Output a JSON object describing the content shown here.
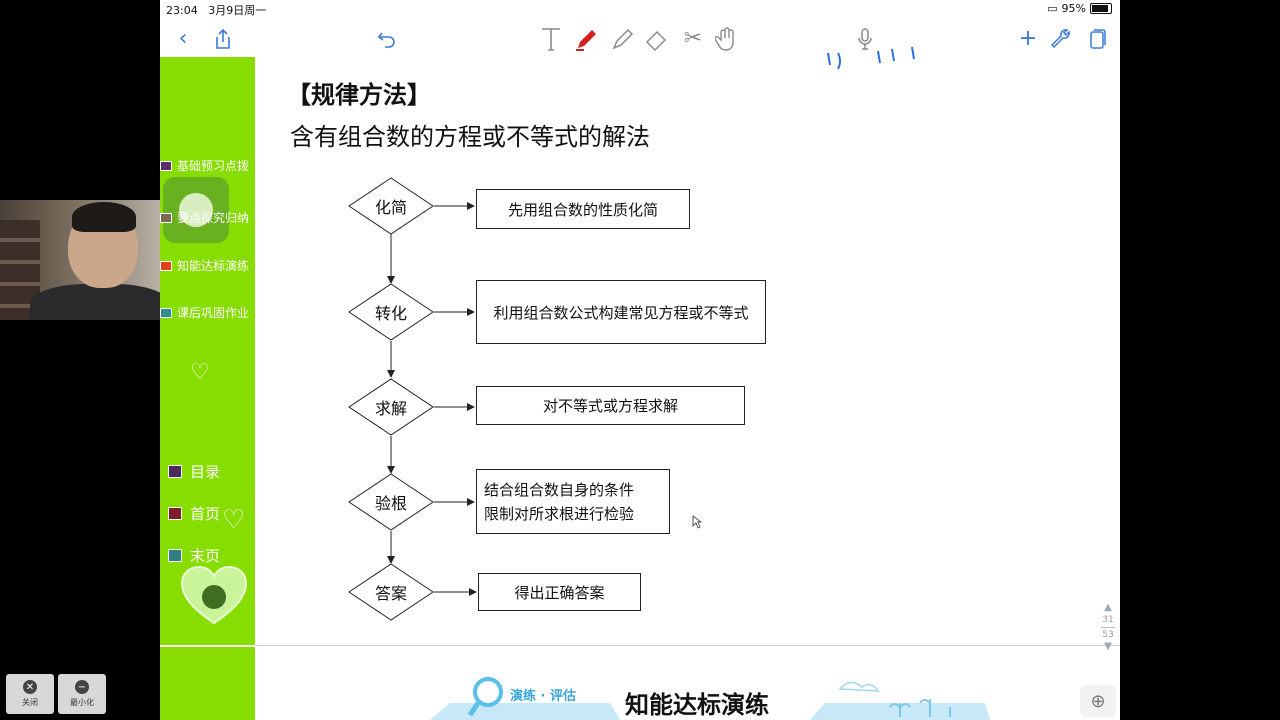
{
  "status_bar": {
    "time": "23:04",
    "date": "3月9日周一",
    "battery": "95%"
  },
  "toolbar": {
    "icons": [
      "chevron-left-icon",
      "share-icon",
      "undo-icon",
      "text-tool-icon",
      "pen-icon",
      "highlighter-icon",
      "eraser-icon",
      "scissors-icon",
      "hand-icon",
      "microphone-icon",
      "plus-icon",
      "wrench-icon",
      "pages-icon"
    ]
  },
  "sidebar": {
    "items": [
      {
        "label": "基础预习点拨"
      },
      {
        "label": "要点探究归纳"
      },
      {
        "label": "知能达标演练"
      },
      {
        "label": "课后巩固作业"
      }
    ],
    "nav": [
      {
        "label": "目录"
      },
      {
        "label": "首页"
      },
      {
        "label": "末页"
      }
    ]
  },
  "slide": {
    "section_title": "【规律方法】",
    "subtitle": "含有组合数的方程或不等式的解法",
    "flow": [
      {
        "step": "化简",
        "desc": "先用组合数的性质化简"
      },
      {
        "step": "转化",
        "desc": "利用组合数公式构建常见方程或不等式"
      },
      {
        "step": "求解",
        "desc": "对不等式或方程求解"
      },
      {
        "step": "验根",
        "desc_line1": "结合组合数自身的条件",
        "desc_line2": "限制对所求根进行检验"
      },
      {
        "step": "答案",
        "desc": "得出正确答案"
      }
    ]
  },
  "page_indicator": {
    "current": "31",
    "total": "53"
  },
  "banner": {
    "label": "演练 · 评估",
    "title": "知能达标演练"
  },
  "window_controls": {
    "close": "关闭",
    "minimize": "最小化"
  },
  "colors": {
    "sidebar_green": "#88dd00",
    "toolbar_blue": "#3a7bd5",
    "pen_red": "#d21f1f"
  }
}
